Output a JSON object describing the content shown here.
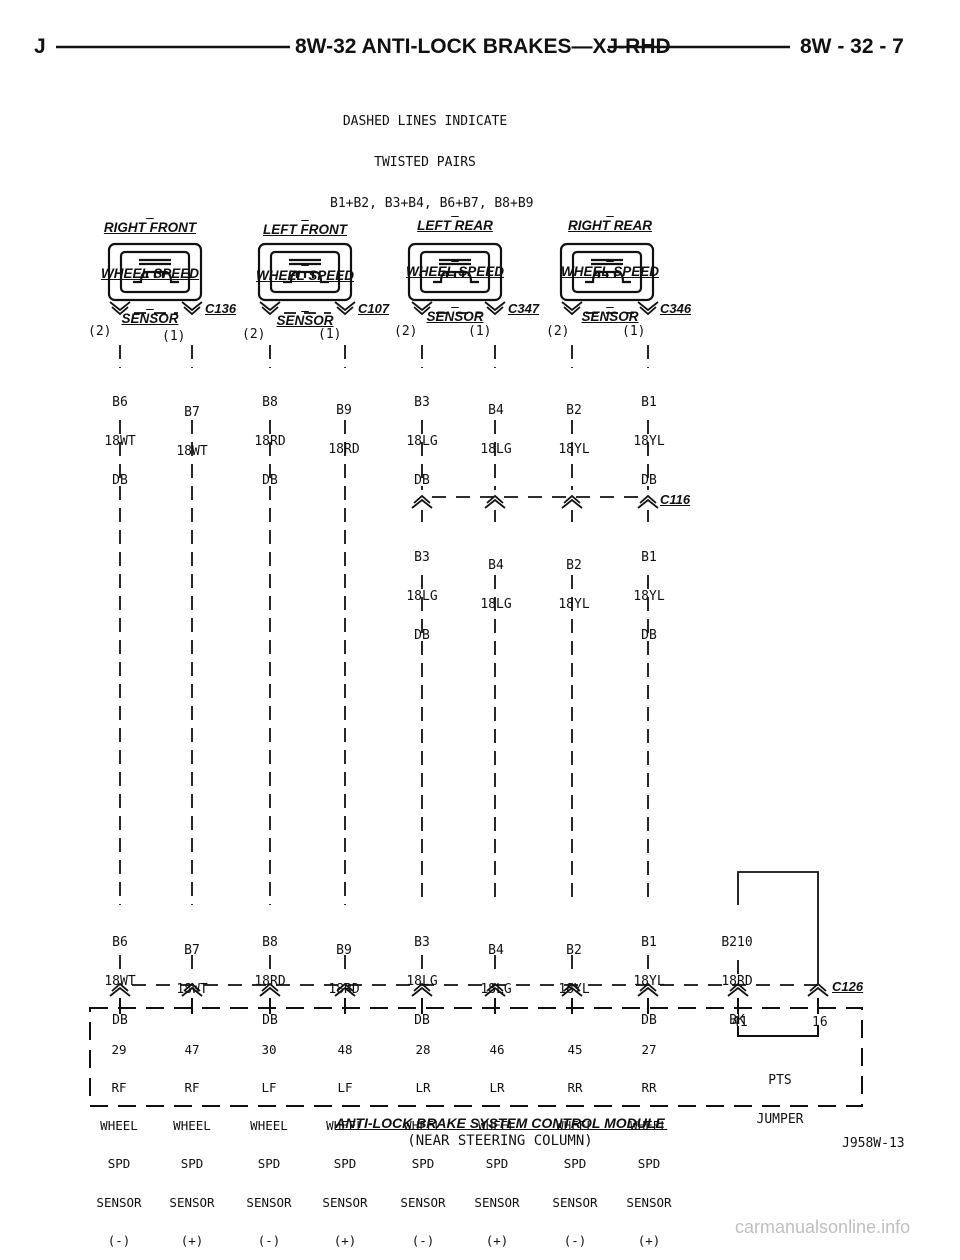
{
  "header": {
    "left": "J",
    "title": "8W-32 ANTI-LOCK BRAKES—XJ-RHD",
    "page": "8W - 32 - 7"
  },
  "note": [
    "DASHED LINES INDICATE",
    "TWISTED PAIRS",
    "B1+B2, B3+B4, B6+B7, B8+B9"
  ],
  "sensors": [
    {
      "name": [
        "RIGHT FRONT",
        "WHEEL SPEED",
        "SENSOR"
      ],
      "connector": "C136"
    },
    {
      "name": [
        "LEFT FRONT",
        "WHEEL SPEED",
        "SENSOR"
      ],
      "connector": "C107"
    },
    {
      "name": [
        "LEFT REAR",
        "WHEEL SPEED",
        "SENSOR"
      ],
      "connector": "C347"
    },
    {
      "name": [
        "RIGHT REAR",
        "WHEEL SPEED",
        "SENSOR"
      ],
      "connector": "C346"
    }
  ],
  "sensor_pins": [
    "(2)",
    "(1)",
    "(2)",
    "(1)",
    "(2)",
    "(1)",
    "(2)",
    "(1)"
  ],
  "wires_top": [
    [
      "B6",
      "18WT",
      "DB"
    ],
    [
      "B7",
      "18WT"
    ],
    [
      "B8",
      "18RD",
      "DB"
    ],
    [
      "B9",
      "18RD"
    ],
    [
      "B3",
      "18LG",
      "DB"
    ],
    [
      "B4",
      "18LG"
    ],
    [
      "B2",
      "18YL"
    ],
    [
      "B1",
      "18YL",
      "DB"
    ]
  ],
  "inline_connector": "C116",
  "wires_mid": [
    [
      "B3",
      "18LG",
      "DB"
    ],
    [
      "B4",
      "18LG"
    ],
    [
      "B2",
      "18YL"
    ],
    [
      "B1",
      "18YL",
      "DB"
    ]
  ],
  "wires_bottom": [
    [
      "B6",
      "18WT",
      "DB"
    ],
    [
      "B7",
      "18WT"
    ],
    [
      "B8",
      "18RD",
      "DB"
    ],
    [
      "B9",
      "18RD"
    ],
    [
      "B3",
      "18LG",
      "DB"
    ],
    [
      "B4",
      "18LG"
    ],
    [
      "B2",
      "18YL"
    ],
    [
      "B1",
      "18YL",
      "DB"
    ],
    [
      "B210",
      "18RD",
      "BK"
    ]
  ],
  "module_connector": "C126",
  "module_pins": [
    [
      "29",
      "RF",
      "WHEEL",
      "SPD",
      "SENSOR",
      "(-)"
    ],
    [
      "47",
      "RF",
      "WHEEL",
      "SPD",
      "SENSOR",
      "(+)"
    ],
    [
      "30",
      "LF",
      "WHEEL",
      "SPD",
      "SENSOR",
      "(-)"
    ],
    [
      "48",
      "LF",
      "WHEEL",
      "SPD",
      "SENSOR",
      "(+)"
    ],
    [
      "28",
      "LR",
      "WHEEL",
      "SPD",
      "SENSOR",
      "(-)"
    ],
    [
      "46",
      "LR",
      "WHEEL",
      "SPD",
      "SENSOR",
      "(+)"
    ],
    [
      "45",
      "RR",
      "WHEEL",
      "SPD",
      "SENSOR",
      "(-)"
    ],
    [
      "27",
      "RR",
      "WHEEL",
      "SPD",
      "SENSOR",
      "(+)"
    ]
  ],
  "jumper": {
    "pins": [
      "41",
      "16"
    ],
    "label": [
      "PTS",
      "JUMPER"
    ]
  },
  "module_name": "ANTI-LOCK BRAKE SYSTEM CONTROL MODULE",
  "module_location": "(NEAR STEERING COLUMN)",
  "figure_id": "J958W-13",
  "watermark": "carmanualsonline.info"
}
